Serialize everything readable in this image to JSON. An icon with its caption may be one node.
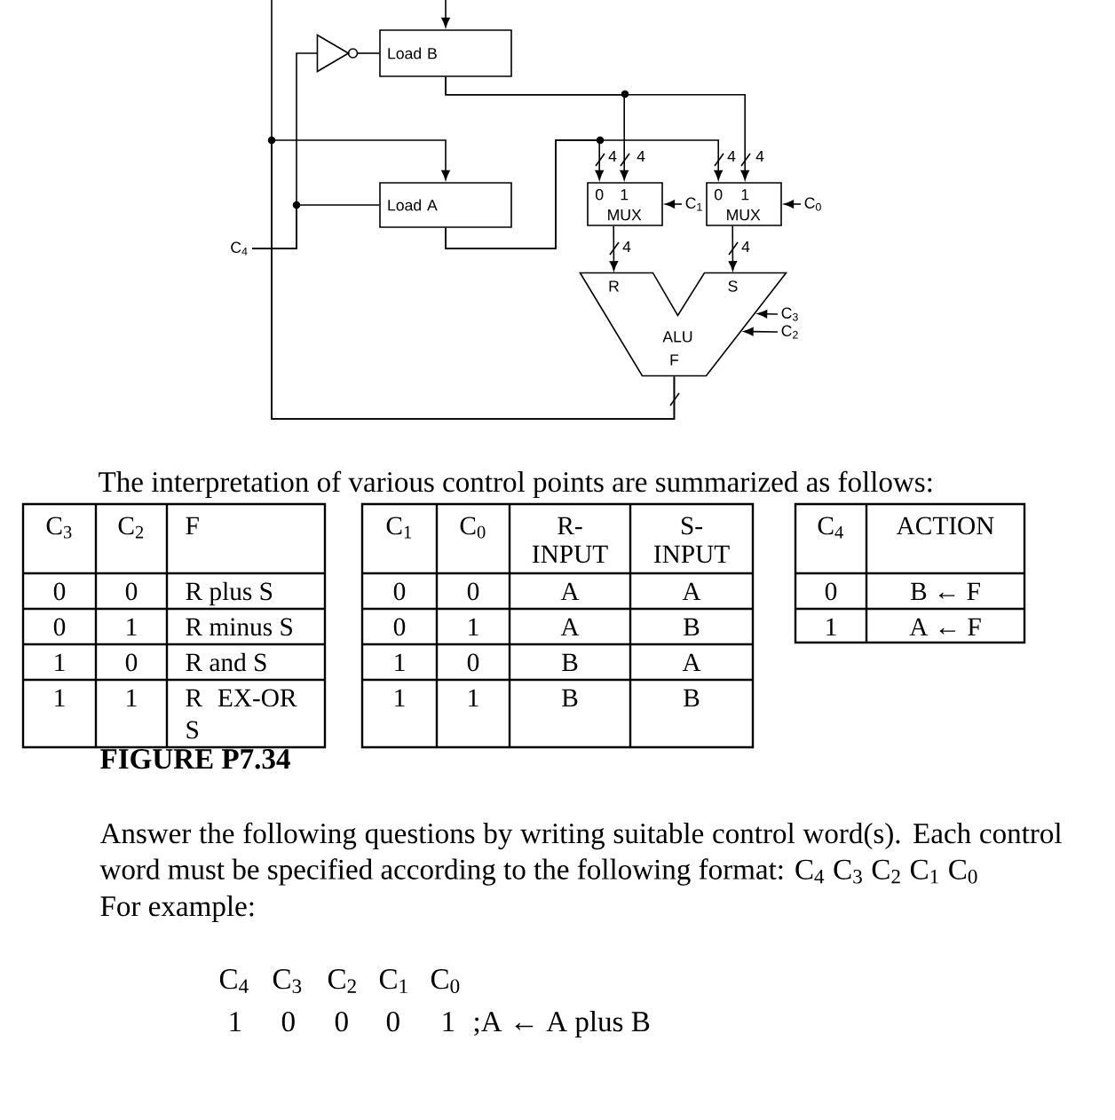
{
  "diagram": {
    "caption": "FIGURE P7.34",
    "nodes": [
      {
        "text": [],
        "shape": "triangle"
      },
      {
        "text": [
          "Load B"
        ]
      },
      {
        "text": [
          "Load A"
        ]
      },
      {
        "text": [
          "C$_{4}$"
        ]
      },
      {
        "text": [
          "0",
          "1",
          "MUX"
        ]
      },
      {
        "text": [
          "C$_{1}$"
        ]
      },
      {
        "text": [
          "0",
          "1",
          "MUX"
        ]
      },
      {
        "text": [
          "C$_{0}$"
        ]
      },
      {
        "text": [
          "R",
          "S",
          "ALU",
          "F"
        ]
      },
      {
        "text": [
          "C$_{3}$"
        ]
      },
      {
        "text": [
          "C$_{2}$"
        ]
      }
    ],
    "edges": [
      {
        "from": 3,
        "to": 0,
        "arrow": "none"
      },
      {
        "from": 3,
        "to": 2,
        "arrow": "none"
      },
      {
        "from": 0,
        "to": 1,
        "arrow": "none"
      },
      {
        "from": null,
        "to": 1,
        "arrow": "to"
      },
      {
        "from": 1,
        "to": 4,
        "arrow": "to",
        "label": "4"
      },
      {
        "from": 1,
        "to": 6,
        "arrow": "to",
        "label": "4"
      },
      {
        "from": 2,
        "to": 4,
        "arrow": "to",
        "label": "4"
      },
      {
        "from": 2,
        "to": 6,
        "arrow": "to",
        "label": "4"
      },
      {
        "from": 5,
        "to": 4,
        "arrow": "to"
      },
      {
        "from": 7,
        "to": 6,
        "arrow": "to"
      },
      {
        "from": 4,
        "to": 8,
        "arrow": "to",
        "label": "4"
      },
      {
        "from": 6,
        "to": 8,
        "arrow": "to",
        "label": "4"
      },
      {
        "from": 9,
        "to": 8,
        "arrow": "to"
      },
      {
        "from": 10,
        "to": 8,
        "arrow": "to"
      },
      {
        "from": 8,
        "to": 2,
        "arrow": "to"
      },
      {
        "from": 8,
        "to": null,
        "arrow": "none"
      }
    ],
    "labels": [
      "The interpretation of various control points are summarized as follows:",
      "C$_{3}$",
      "C$_{2}$",
      "F",
      "0",
      "0",
      "R plus S",
      "0",
      "1",
      "R minus S",
      "1",
      "0",
      "R and S",
      "1",
      "1",
      "R EX-OR S",
      "C$_{1}$",
      "C$_{0}$",
      "R- INPUT",
      "S- INPUT",
      "0",
      "0",
      "A",
      "A",
      "0",
      "1",
      "A",
      "B",
      "1",
      "0",
      "B",
      "A",
      "1",
      "1",
      "B",
      "B",
      "C$_{4}$",
      "ACTION",
      "0",
      "B ← F",
      "1",
      "A ← F",
      "Answer the following questions by writing suitable control word(s). Each control word must be specified according to the following format: C$_{4}$ C$_{3}$ C$_{2}$ C$_{1}$ C$_{0}$",
      "For example:",
      "C$_{4}$",
      "C$_{3}$",
      "C$_{2}$",
      "C$_{1}$",
      "C$_{0}$",
      "1",
      "0",
      "0",
      "0",
      "1",
      ";A ← A plus B"
    ]
  }
}
